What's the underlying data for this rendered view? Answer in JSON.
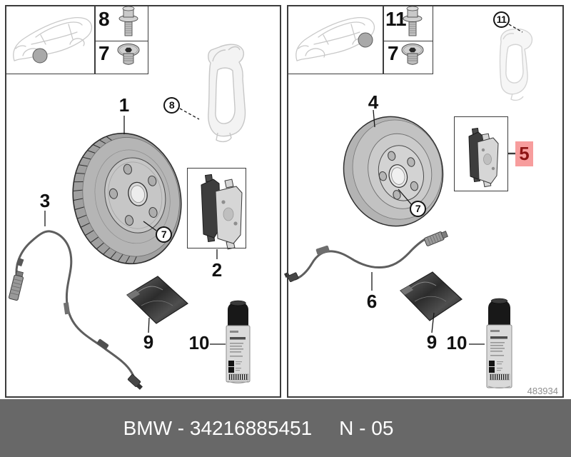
{
  "footer": {
    "part_number_label": "BMW - 34216885451",
    "revision_label": "N - 05"
  },
  "drawing_number": "483934",
  "colors": {
    "highlight_bg": "#f79d9d",
    "highlight_text": "#8e1414",
    "footer_bg": "#686868",
    "ghost_part": "#d2d2d2"
  },
  "panels": [
    {
      "side": "left",
      "legend": {
        "bolt_label": "8",
        "plug_label": "7"
      },
      "callouts": {
        "disc": "1",
        "pads": "2",
        "sensor": "3",
        "carrier": "8",
        "hub_screw": "7",
        "paste": "9",
        "cleaner": "10"
      }
    },
    {
      "side": "right",
      "legend": {
        "bolt_label": "11",
        "plug_label": "7"
      },
      "callouts": {
        "disc": "4",
        "pads": "5",
        "sensor": "6",
        "carrier": "11",
        "hub_screw": "7",
        "paste": "9",
        "cleaner": "10"
      }
    }
  ]
}
